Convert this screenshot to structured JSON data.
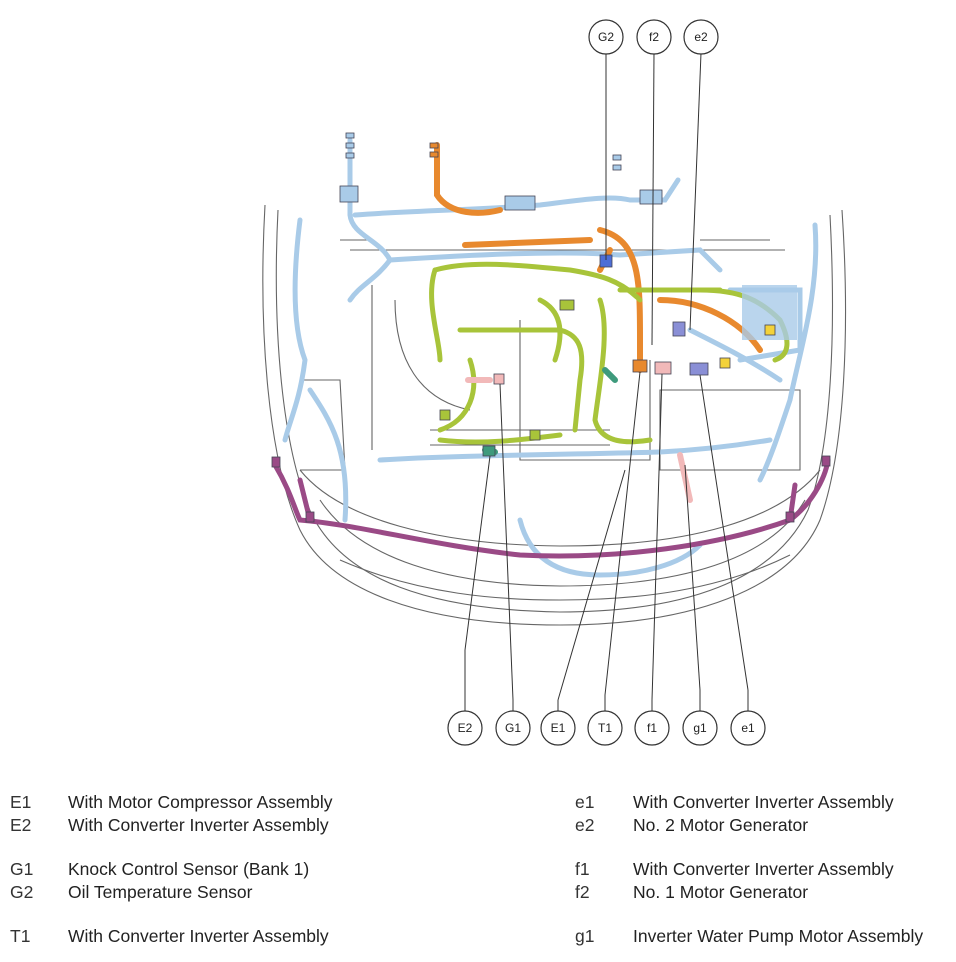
{
  "callouts_top": [
    "G2",
    "f2",
    "e2"
  ],
  "callouts_bottom": [
    "E2",
    "G1",
    "E1",
    "T1",
    "f1",
    "g1",
    "e1"
  ],
  "legend": {
    "left": [
      {
        "code": "E1",
        "desc": "With Motor Compressor Assembly"
      },
      {
        "code": "E2",
        "desc": "With Converter Inverter Assembly"
      },
      {
        "code": "G1",
        "desc": "Knock Control Sensor (Bank 1)"
      },
      {
        "code": "G2",
        "desc": "Oil Temperature Sensor"
      },
      {
        "code": "T1",
        "desc": "With Converter Inverter Assembly"
      }
    ],
    "right": [
      {
        "code": "e1",
        "desc": "With Converter Inverter Assembly"
      },
      {
        "code": "e2",
        "desc": "No. 2 Motor Generator"
      },
      {
        "code": "f1",
        "desc": "With Converter Inverter Assembly"
      },
      {
        "code": "f2",
        "desc": "No. 1 Motor Generator"
      },
      {
        "code": "g1",
        "desc": "Inverter Water Pump Motor Assembly"
      }
    ]
  },
  "colors": {
    "harness_green": "#a8c43a",
    "harness_blue": "#a9cbe8",
    "harness_orange": "#e8892e",
    "harness_purple": "#9a4a86",
    "harness_pink": "#f2b9b9",
    "harness_teal": "#3e9a7c",
    "outline": "#555555"
  }
}
